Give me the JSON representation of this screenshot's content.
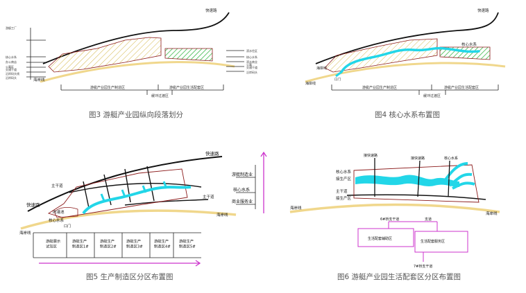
{
  "captions": {
    "fig3": "图3 游艇产业园纵向段落划分",
    "fig4": "图4 核心水系布置图",
    "fig5": "图5 生产制造区分区布置图",
    "fig6": "图6 游艇产业园生活配套区分区布置图"
  },
  "fig3": {
    "expressway": "快速路",
    "coastline_label": "海岸线",
    "left_legend": [
      "游艇工厂",
      "核心水系",
      "办公商店",
      "公寓区",
      "交通干道",
      "沿岸码头线",
      "沿岸码头"
    ],
    "right_legend": [
      "滨水住区",
      "核心水系",
      "滨水商业",
      "公寓",
      "交通干道",
      "沿岸码头"
    ],
    "zone_left": "游艇产业园生产制造区",
    "zone_right": "游艇产业园生活配套区",
    "transition": "缓冲过渡区"
  },
  "fig4": {
    "expressway": "快速路",
    "core_water": "核心水系",
    "coastline_label": "海岸线",
    "gate": "口门",
    "coastline_bottom": "海岸线",
    "zone_left": "游艇产业园生产制造区",
    "zone_right": "游艇产业园生活配套区",
    "transition": "缓冲过渡区"
  },
  "fig5": {
    "expressway_top": "快速路",
    "main_road": "主干道",
    "main_road_right": "主干道",
    "expressway_left": "快速路",
    "inner_harbor": "内港池",
    "core_water": "核心水系",
    "gate": "口门",
    "coastline": "海岸线",
    "industries": [
      "游艇制造业",
      "核心水系",
      "商业服务业"
    ],
    "zones": [
      "游艇展示\n试驾区",
      "游艇生产\n制造区1#",
      "游艇生产\n制造区2#",
      "游艇生产\n制造区3#",
      "游艇生产\n制造区4#",
      "游艇生产\n制造区5#"
    ]
  },
  "fig6": {
    "expressway_1": "接快速路",
    "expressway_2": "接快速路",
    "core_water_top": "核心水系",
    "core_water_left": "核心水系",
    "production_zone": "接生产区",
    "main_road": "主干道",
    "production_zone2": "接生产区",
    "coastline": "海岸线",
    "branch_top": "6#桥支干道",
    "branch": "支道",
    "living_aux": "生活配套辅助区",
    "living_main": "生活配套服务区",
    "branch_bottom": "7#桥支干道"
  },
  "colors": {
    "water": "#22d6e8",
    "hatch_yellow": "#d4b84a",
    "hatch_green": "#3cb84a",
    "coast": "#f0d78c",
    "outline": "#8b1a1a",
    "accent": "#cc33cc"
  }
}
